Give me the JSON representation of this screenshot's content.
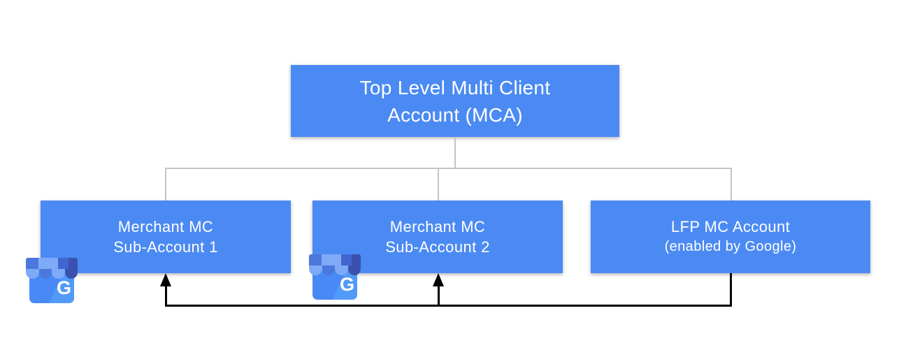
{
  "diagram": {
    "title_box": {
      "line1": "Top Level Multi Client",
      "line2": "Account (MCA)"
    },
    "sub_boxes": [
      {
        "line1": "Merchant MC",
        "line2": "Sub-Account 1",
        "has_business_icon": true
      },
      {
        "line1": "Merchant MC",
        "line2": "Sub-Account 2",
        "has_business_icon": true
      },
      {
        "line1": "LFP MC Account",
        "line2": "(enabled by Google)",
        "has_business_icon": false
      }
    ],
    "business_icon": {
      "name": "google-business-storefront",
      "letter": "G"
    },
    "connectors": {
      "tree": "parent-to-children",
      "arrows": "LFP MC Account feeds Sub-Account 1 and Sub-Account 2"
    },
    "colors": {
      "box_fill": "#4b8af3",
      "box_text": "#ffffff",
      "tree_connector": "#c4c4c4",
      "arrow_connector": "#000000",
      "icon_body": "#4989f5",
      "icon_body_hi": "#529af8",
      "icon_awning_light": "#7faaf7",
      "icon_awning_medium": "#4a78dc",
      "icon_awning_medium2": "#4265cf",
      "icon_awning_dark": "#3a52ae"
    }
  }
}
